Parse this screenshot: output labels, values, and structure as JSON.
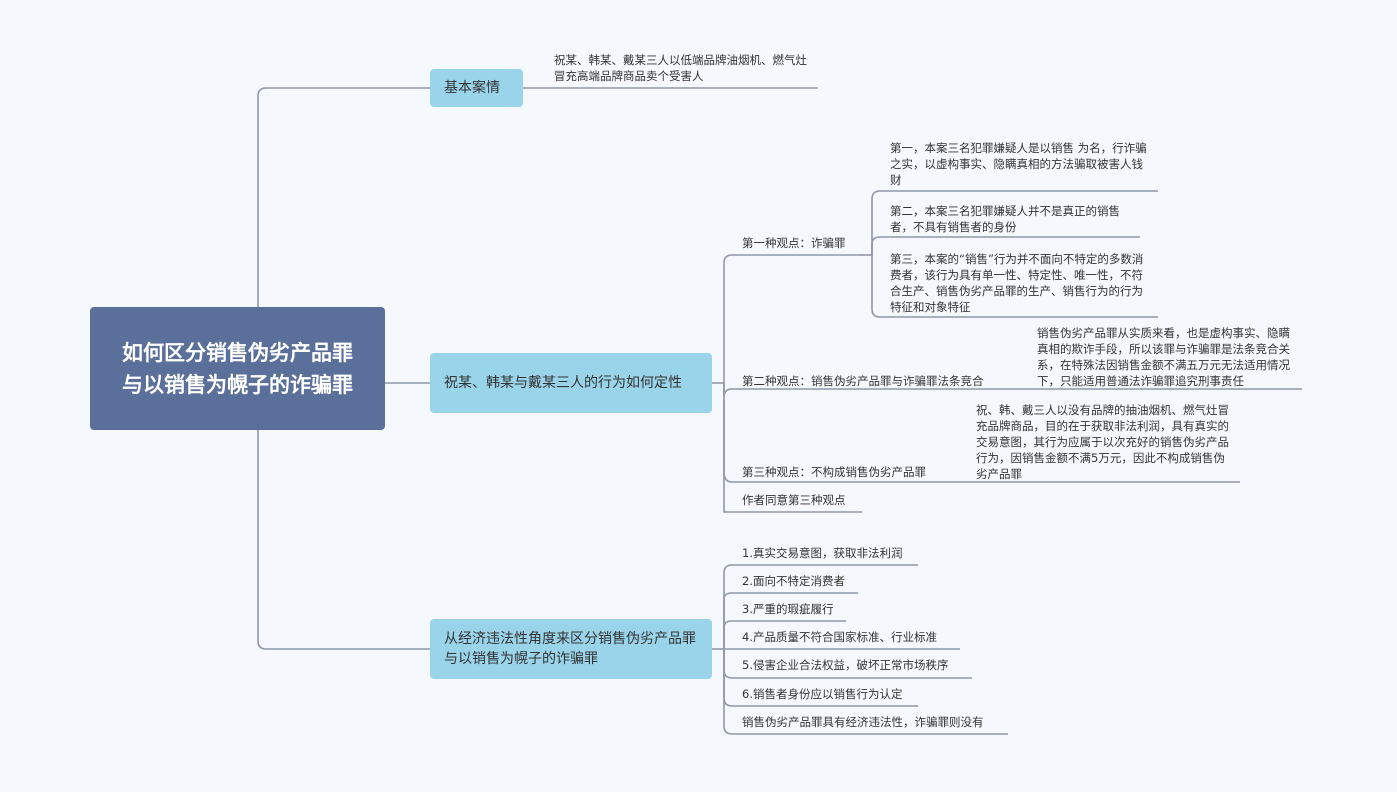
{
  "root": {
    "title": "如何区分销售伪劣产品罪与以销售为幌子的诈骗罪"
  },
  "branches": [
    {
      "label": "基本案情",
      "children": [
        {
          "text": "祝某、韩某、戴某三人以低端品牌油烟机、燃气灶冒充高端品牌商品卖个受害人"
        }
      ]
    },
    {
      "label": "祝某、韩某与戴某三人的行为如何定性",
      "children": [
        {
          "text": "第一种观点：诈骗罪",
          "children": [
            {
              "text": "第一，本案三名犯罪嫌疑人是以销售 为名，行诈骗之实，以虚构事实、隐瞒真相的方法骗取被害人钱财"
            },
            {
              "text": "第二，本案三名犯罪嫌疑人并不是真正的销售者，不具有销售者的身份"
            },
            {
              "text": "第三，本案的“销售”行为并不面向不特定的多数消费者，该行为具有单一性、特定性、唯一性，不符合生产、销售伪劣产品罪的生产、销售行为的行为特征和对象特征"
            }
          ]
        },
        {
          "text": "第二种观点：销售伪劣产品罪与诈骗罪法条竞合",
          "children": [
            {
              "text": "销售伪劣产品罪从实质来看，也是虚构事实、隐瞒真相的欺诈手段，所以该罪与诈骗罪是法条竞合关系，在特殊法因销售金额不满五万元无法适用情况下，只能适用普通法诈骗罪追究刑事责任"
            }
          ]
        },
        {
          "text": "第三种观点：不构成销售伪劣产品罪",
          "children": [
            {
              "text": "祝、韩、戴三人以没有品牌的抽油烟机、燃气灶冒充品牌商品，目的在于获取非法利润，具有真实的交易意图，其行为应属于以次充好的销售伪劣产品行为，因销售金额不满5万元，因此不构成销售伪劣产品罪"
            }
          ]
        },
        {
          "text": "作者同意第三种观点"
        }
      ]
    },
    {
      "label": "从经济违法性角度来区分销售伪劣产品罪与以销售为幌子的诈骗罪",
      "children": [
        {
          "text": "1.真实交易意图，获取非法利润"
        },
        {
          "text": "2.面向不特定消费者"
        },
        {
          "text": "3.严重的瑕疵履行"
        },
        {
          "text": "4.产品质量不符合国家标准、行业标准"
        },
        {
          "text": "5.侵害企业合法权益，破坏正常市场秩序"
        },
        {
          "text": "6.销售者身份应以销售行为认定"
        },
        {
          "text": "销售伪劣产品罪具有经济违法性，诈骗罪则没有"
        }
      ]
    }
  ]
}
